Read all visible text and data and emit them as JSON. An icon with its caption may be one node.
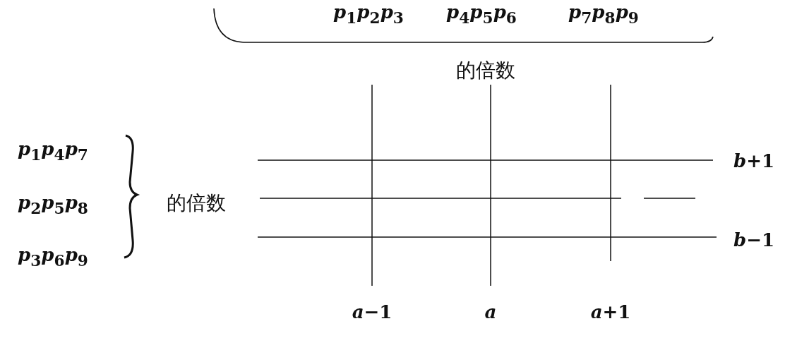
{
  "diagram": {
    "labels": [
      "*p*$_{1}$*p*$_{2}$*p*$_{3}$",
      "*p*$_{4}$*p*$_{5}$*p*$_{6}$",
      "*p*$_{7}$*p*$_{8}$*p*$_{9}$",
      "的倍数",
      "*p*$_{1}$*p*$_{4}$*p*$_{7}$",
      "*p*$_{2}$*p*$_{5}$*p*$_{8}$",
      "*p*$_{3}$*p*$_{6}$*p*$_{9}$",
      "的倍数",
      "*b*+1",
      "*b*−1",
      "*a*−1",
      "*a*",
      "*a*+1"
    ]
  }
}
